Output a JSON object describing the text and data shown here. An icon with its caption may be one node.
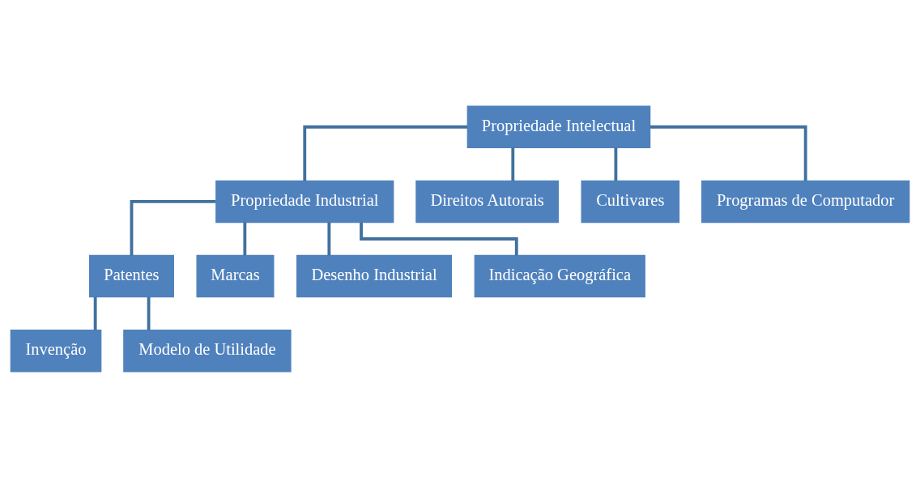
{
  "diagram": {
    "nodes": [
      {
        "text": [
          "Propriedade Intelectual"
        ]
      },
      {
        "text": [
          "Propriedade Industrial"
        ]
      },
      {
        "text": [
          "Direitos Autorais"
        ]
      },
      {
        "text": [
          "Cultivares"
        ]
      },
      {
        "text": [
          "Programas de Computador"
        ]
      },
      {
        "text": [
          "Patentes"
        ]
      },
      {
        "text": [
          "Marcas"
        ]
      },
      {
        "text": [
          "Desenho Industrial"
        ]
      },
      {
        "text": [
          "Indicação Geográfica"
        ]
      },
      {
        "text": [
          "Invenção"
        ]
      },
      {
        "text": [
          "Modelo de Utilidade"
        ]
      }
    ],
    "edges": [
      {
        "from": 0,
        "to": 1,
        "arrow": "none"
      },
      {
        "from": 0,
        "to": 2,
        "arrow": "none"
      },
      {
        "from": 0,
        "to": 3,
        "arrow": "none"
      },
      {
        "from": 0,
        "to": 4,
        "arrow": "none"
      },
      {
        "from": 1,
        "to": 5,
        "arrow": "none"
      },
      {
        "from": 1,
        "to": 6,
        "arrow": "none"
      },
      {
        "from": 1,
        "to": 7,
        "arrow": "none"
      },
      {
        "from": 1,
        "to": 8,
        "arrow": "none"
      },
      {
        "from": 5,
        "to": 9,
        "arrow": "none"
      },
      {
        "from": 5,
        "to": 10,
        "arrow": "none"
      }
    ]
  }
}
